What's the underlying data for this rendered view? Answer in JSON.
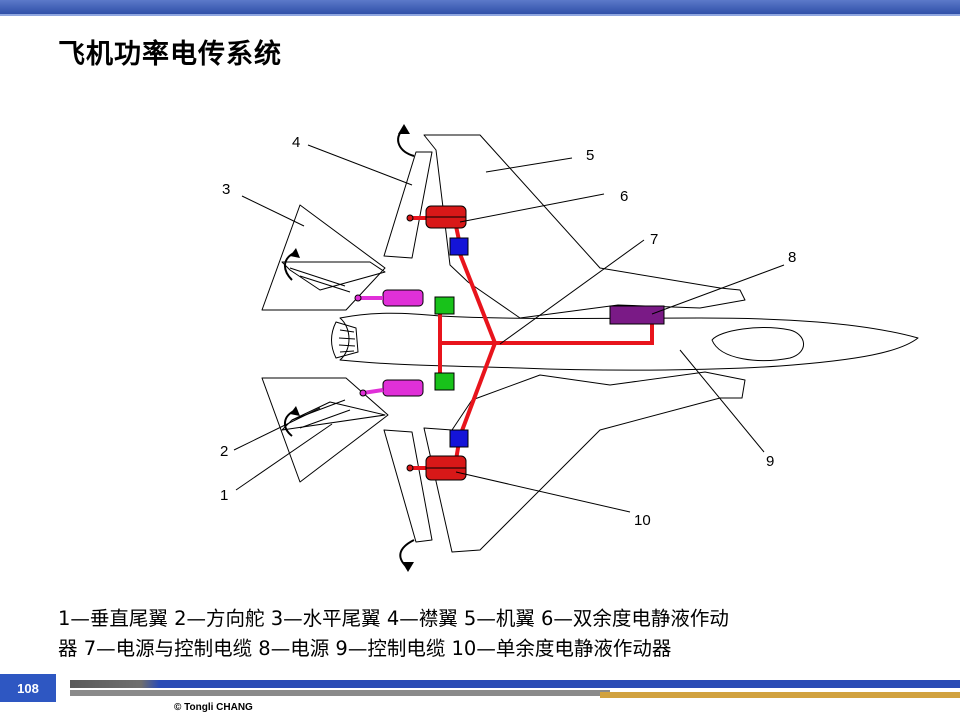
{
  "slide": {
    "title": "飞机功率电传系统",
    "page_number": "108",
    "copyright": "© Tongli CHANG"
  },
  "callouts": {
    "c1": "1",
    "c2": "2",
    "c3": "3",
    "c4": "4",
    "c5": "5",
    "c6": "6",
    "c7": "7",
    "c8": "8",
    "c9": "9",
    "c10": "10"
  },
  "legend": {
    "line1": "1—垂直尾翼  2—方向舵  3—水平尾翼  4—襟翼  5—机翼  6—双余度电静液作动",
    "line2": "器  7—电源与控制电缆  8—电源  9—控制电缆  10—单余度电静液作动器"
  },
  "colors": {
    "cable": "#e8141c",
    "power_source": "#7a1a86",
    "control_unit_blue": "#1414d8",
    "control_unit_green": "#18c21a",
    "actuator_dual": "#d81818",
    "actuator_single": "#e030d8"
  }
}
